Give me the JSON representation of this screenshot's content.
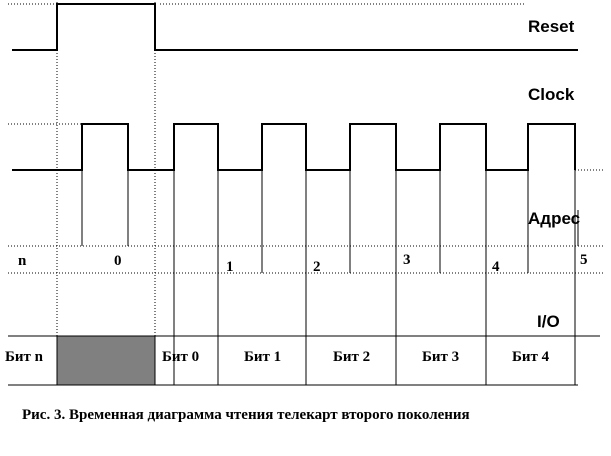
{
  "signals": {
    "reset": "Reset",
    "clock": "Clock",
    "address": "Адрес",
    "io": "I/O"
  },
  "address_labels": [
    "n",
    "0",
    "1",
    "2",
    "3",
    "4",
    "5"
  ],
  "io_labels": [
    "Бит n",
    "Бит 0",
    "Бит 1",
    "Бит 2",
    "Бит 3",
    "Бит 4"
  ],
  "caption": {
    "prefix": "Рис. 3.",
    "text": "Временная диаграмма чтения телекарт второго поколения"
  },
  "colors": {
    "line": "#000000",
    "shaded_cell": "#808080"
  }
}
